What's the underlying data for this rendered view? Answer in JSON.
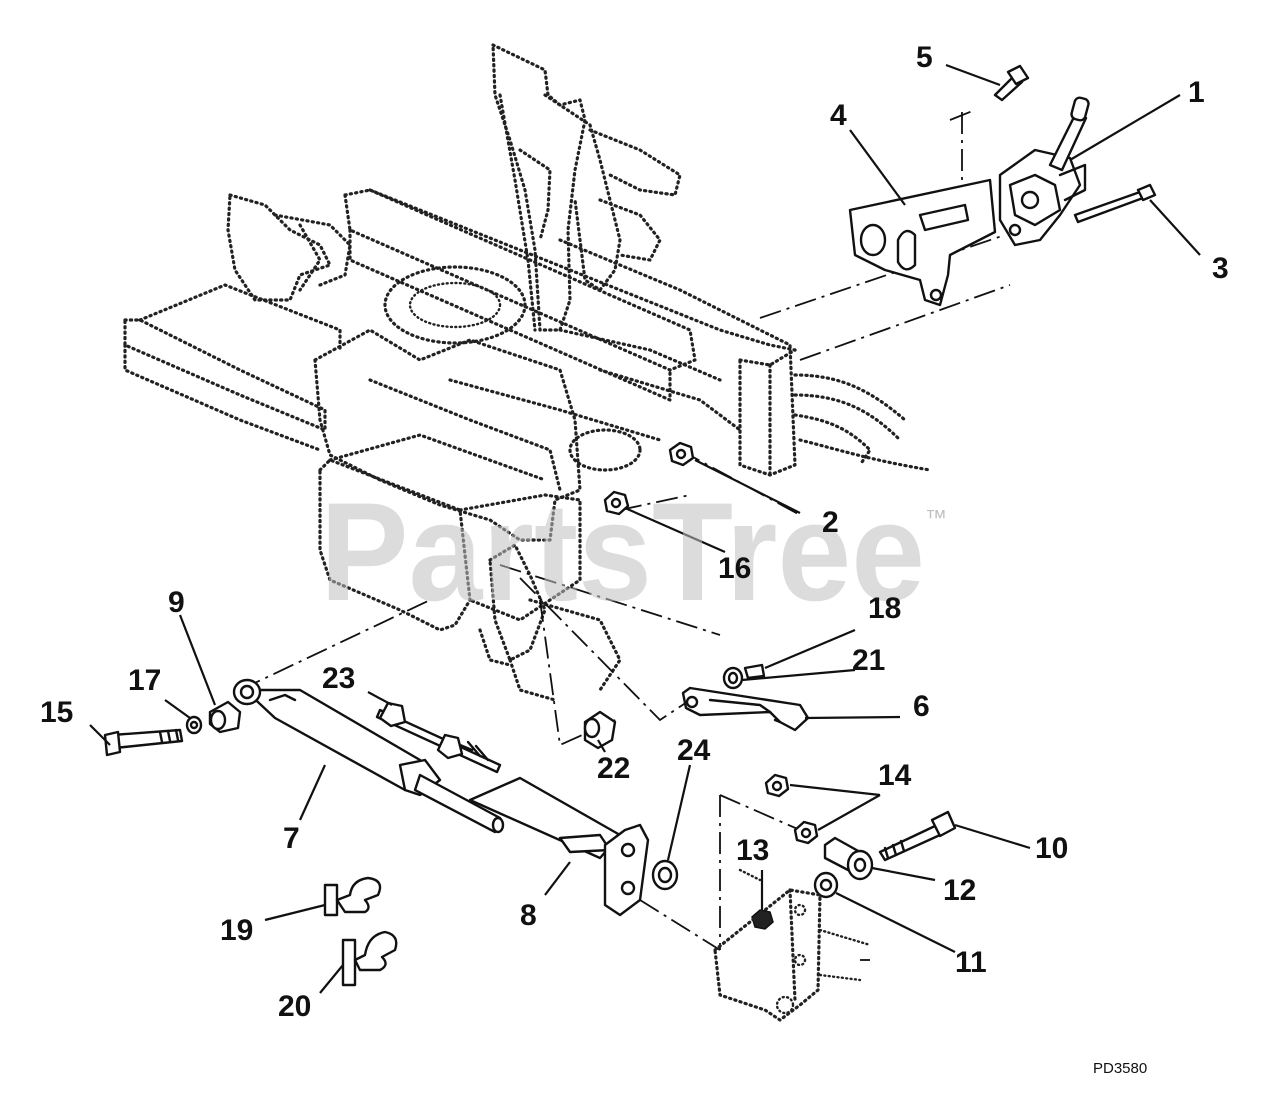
{
  "watermark": {
    "text": "PartsTree",
    "trademark": "™"
  },
  "drawing_id": "PD3580",
  "callouts": {
    "c1": "1",
    "c2": "2",
    "c3": "3",
    "c4": "4",
    "c5": "5",
    "c6": "6",
    "c7": "7",
    "c8": "8",
    "c9": "9",
    "c10": "10",
    "c11": "11",
    "c12": "12",
    "c13": "13",
    "c14": "14",
    "c15": "15",
    "c16": "16",
    "c17": "17",
    "c18": "18",
    "c19": "19",
    "c20": "20",
    "c21": "21",
    "c22": "22",
    "c23": "23",
    "c24": "24"
  }
}
